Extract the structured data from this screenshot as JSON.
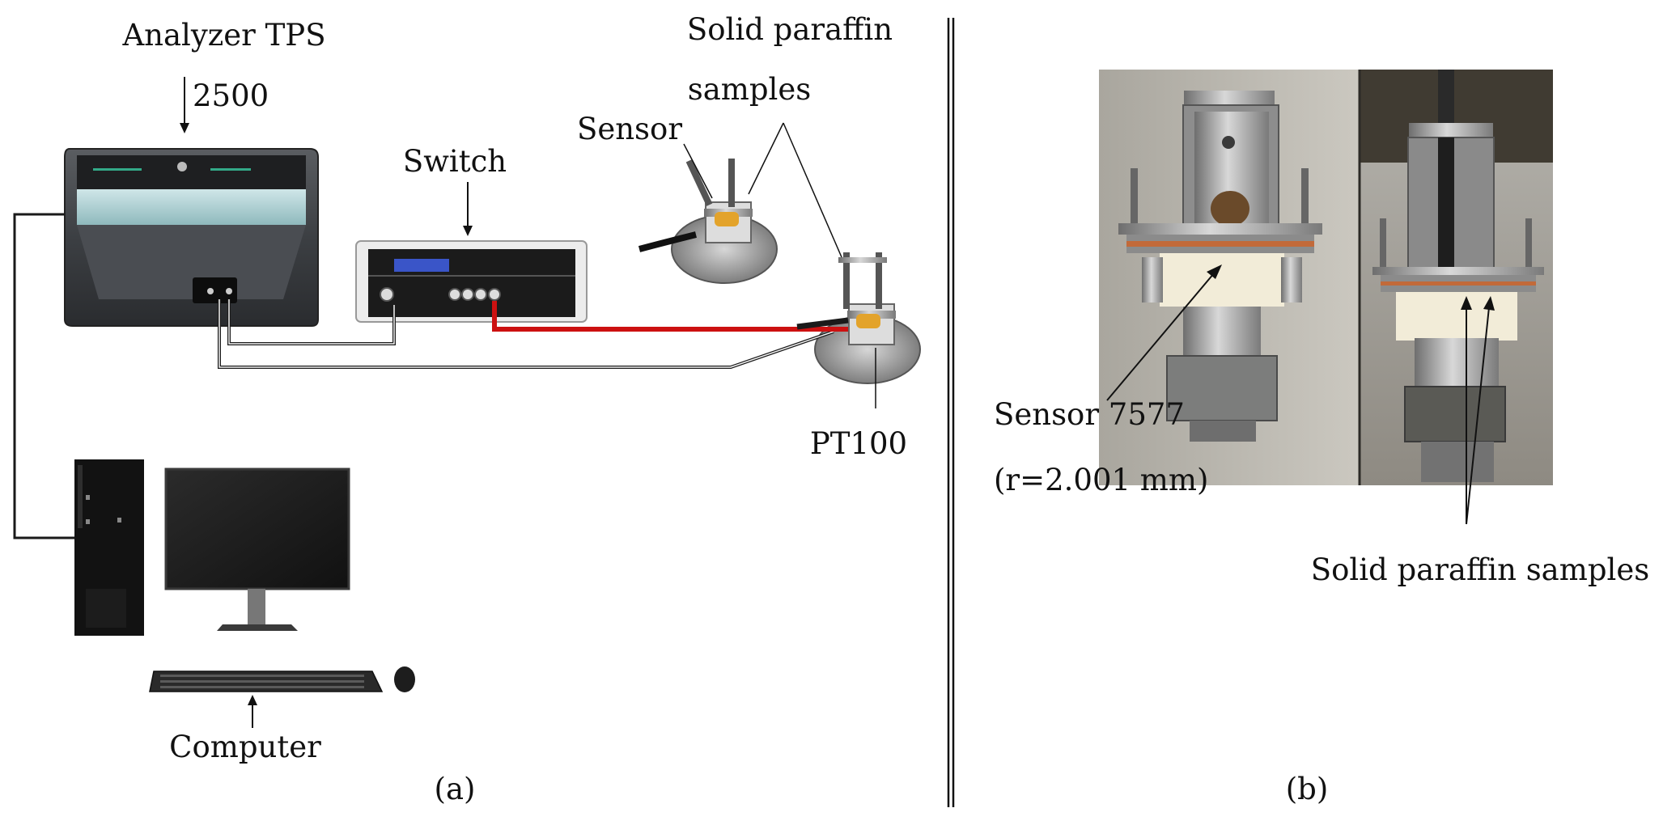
{
  "panel_a": {
    "caption": "(a)",
    "labels": {
      "analyzer_line1": "Analyzer TPS",
      "analyzer_line2": "2500",
      "switch": "Switch",
      "sensor": "Sensor",
      "solid_paraffin_line1": "Solid paraffin",
      "solid_paraffin_line2": "samples",
      "pt100": "PT100",
      "computer": "Computer"
    }
  },
  "panel_b": {
    "caption": "(b)",
    "labels": {
      "sensor_line1": "Sensor 7577",
      "sensor_line2": "(r=2.001 mm)",
      "solid_paraffin_samples": "Solid paraffin samples"
    }
  },
  "colors": {
    "red_cable": "#cc1111",
    "black_cable": "#1a1a1a",
    "steel": "#9a9a9a",
    "copper": "#c26a3a",
    "paraffin": "#f2ecd8"
  }
}
